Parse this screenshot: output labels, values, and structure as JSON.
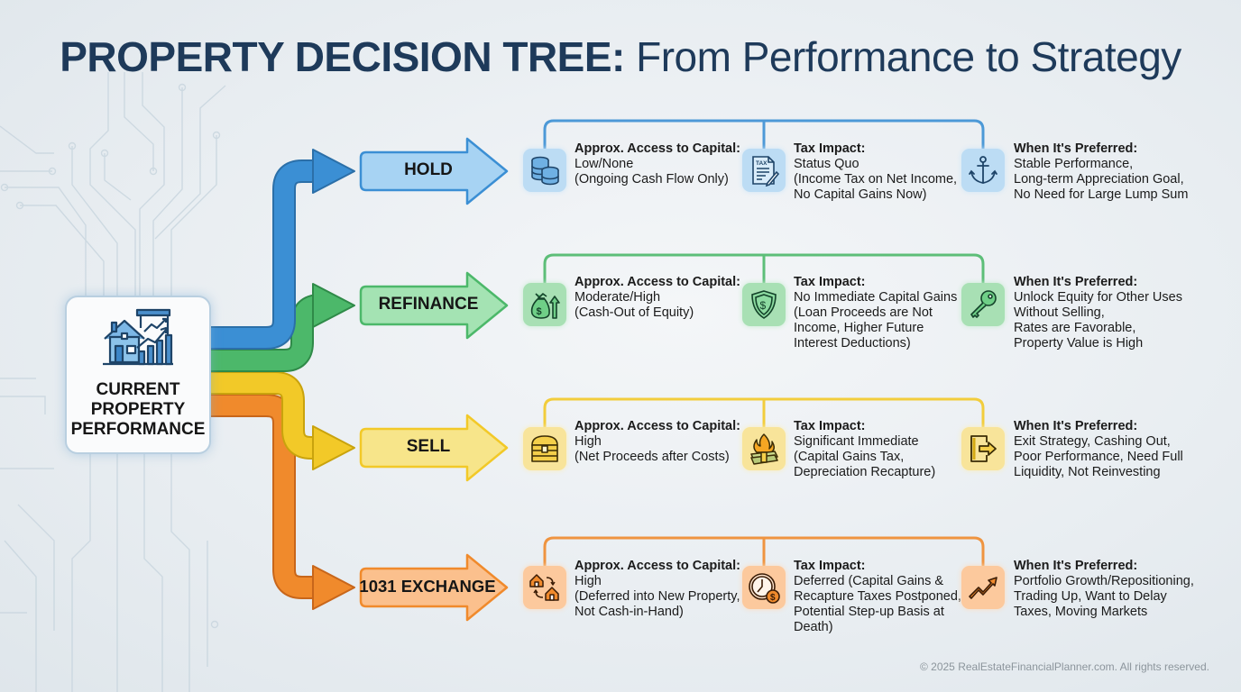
{
  "title": {
    "bold": "PROPERTY DECISION TREE:",
    "rest": " From Performance to Strategy"
  },
  "root": {
    "icon": "house-chart-icon",
    "lines": [
      "CURRENT",
      "PROPERTY",
      "PERFORMANCE"
    ]
  },
  "colors": {
    "hold": "#3b8fd4",
    "refinance": "#4cb86a",
    "sell": "#f2c928",
    "exchange": "#f08a2c",
    "title": "#1e3a5a"
  },
  "branches": [
    {
      "label": "HOLD",
      "capital": {
        "icon": "coins-stack-icon",
        "heading": "Approx. Access to Capital:",
        "lines": [
          "Low/None",
          "(Ongoing Cash Flow Only)"
        ]
      },
      "tax": {
        "icon": "tax-document-icon",
        "heading": "Tax Impact:",
        "lines": [
          "Status Quo",
          "(Income Tax on Net Income,",
          "No Capital Gains Now)"
        ]
      },
      "preferred": {
        "icon": "anchor-icon",
        "heading": "When It's Preferred:",
        "lines": [
          "Stable Performance,",
          "Long-term Appreciation Goal,",
          "No Need for Large Lump Sum"
        ]
      }
    },
    {
      "label": "REFINANCE",
      "capital": {
        "icon": "money-bag-up-icon",
        "heading": "Approx. Access to Capital:",
        "lines": [
          "Moderate/High",
          "(Cash-Out of Equity)"
        ]
      },
      "tax": {
        "icon": "dollar-shield-icon",
        "heading": "Tax Impact:",
        "lines": [
          "No Immediate Capital Gains",
          "(Loan Proceeds are Not",
          "Income, Higher Future",
          "Interest Deductions)"
        ]
      },
      "preferred": {
        "icon": "key-icon",
        "heading": "When It's Preferred:",
        "lines": [
          "Unlock Equity for Other Uses",
          "Without Selling,",
          "Rates are Favorable,",
          "Property Value is High"
        ]
      }
    },
    {
      "label": "SELL",
      "capital": {
        "icon": "treasure-chest-icon",
        "heading": "Approx. Access to Capital:",
        "lines": [
          "High",
          "(Net Proceeds after Costs)"
        ]
      },
      "tax": {
        "icon": "burning-money-icon",
        "heading": "Tax Impact:",
        "lines": [
          "Significant Immediate",
          "(Capital Gains Tax,",
          "Depreciation Recapture)"
        ]
      },
      "preferred": {
        "icon": "exit-door-icon",
        "heading": "When It's Preferred:",
        "lines": [
          "Exit Strategy, Cashing Out,",
          "Poor Performance, Need Full",
          "Liquidity, Not Reinvesting"
        ]
      }
    },
    {
      "label": "1031 EXCHANGE",
      "capital": {
        "icon": "house-swap-icon",
        "heading": "Approx. Access to Capital:",
        "lines": [
          "High",
          "(Deferred into New Property,",
          "Not Cash-in-Hand)"
        ]
      },
      "tax": {
        "icon": "clock-dollar-icon",
        "heading": "Tax Impact:",
        "lines": [
          "Deferred (Capital Gains &",
          "Recapture Taxes Postponed,",
          "Potential Step-up Basis at",
          "Death)"
        ]
      },
      "preferred": {
        "icon": "trend-up-icon",
        "heading": "When It's Preferred:",
        "lines": [
          "Portfolio Growth/Repositioning,",
          "Trading Up, Want to Delay",
          "Taxes, Moving Markets"
        ]
      }
    }
  ],
  "footer": "© 2025 RealEstateFinancialPlanner.com. All rights reserved."
}
